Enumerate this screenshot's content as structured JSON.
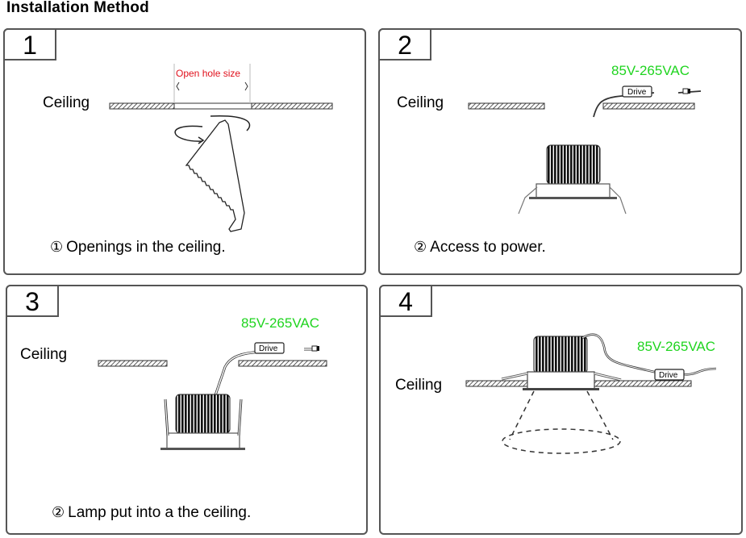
{
  "title": "Installation Method",
  "colors": {
    "voltage": "#1fd41f",
    "hole_label": "#e0101c",
    "border": "#555555"
  },
  "panels": [
    {
      "number": "1",
      "ceiling_label": "Ceiling",
      "annotation": "Open hole size",
      "caption_marker": "①",
      "caption": "Openings in the ceiling.",
      "icons": [
        "ceiling-section",
        "rotation-arrow-icon",
        "jigsaw-blade-icon"
      ]
    },
    {
      "number": "2",
      "ceiling_label": "Ceiling",
      "voltage": "85V-265VAC",
      "driver_label": "Drive",
      "caption_marker": "②",
      "caption": "Access to power.",
      "icons": [
        "ceiling-section",
        "driver-cable",
        "downlight-icon"
      ]
    },
    {
      "number": "3",
      "ceiling_label": "Ceiling",
      "voltage": "85V-265VAC",
      "driver_label": "Drive",
      "caption_marker": "②",
      "caption": "Lamp put into a the ceiling.",
      "icons": [
        "ceiling-section",
        "driver-cable",
        "downlight-icon"
      ]
    },
    {
      "number": "4",
      "ceiling_label": "Ceiling",
      "voltage": "85V-265VAC",
      "driver_label": "Drive",
      "icons": [
        "ceiling-section",
        "driver-cable",
        "installed-downlight-icon",
        "light-beam-cone"
      ]
    }
  ]
}
